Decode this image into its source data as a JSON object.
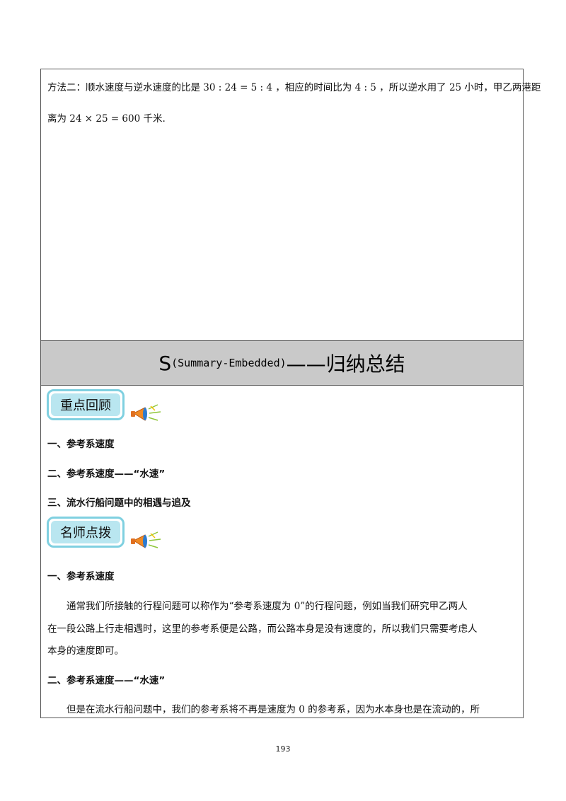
{
  "method2": {
    "line1": "方法二：顺水速度与逆水速度的比是 30 : 24 = 5 : 4 ，相应的时间比为 4 : 5 ，所以逆水用了 25 小时，甲乙两港距",
    "line2": "离为 24 × 25 = 600 千米."
  },
  "banner": {
    "prefix": "S",
    "paren": "(Summary-Embedded)",
    "title": "——归纳总结"
  },
  "section1": {
    "badge": "重点回顾",
    "items": [
      "一、参考系速度",
      "二、参考系速度——“水速”",
      "三、流水行船问题中的相遇与追及"
    ]
  },
  "section2": {
    "badge": "名师点拨",
    "heading1": "一、参考系速度",
    "para1": [
      "通常我们所接触的行程问题可以称作为“参考系速度为 0”的行程问题，例如当我们研究甲乙两人",
      "在一段公路上行走相遇时，这里的参考系便是公路，而公路本身是没有速度的，所以我们只需要考虑人",
      "本身的速度即可。"
    ],
    "heading2": "二、参考系速度——“水速”",
    "para2": [
      "但是在流水行船问题中，我们的参考系将不再是速度为 0 的参考系，因为水本身也是在流动的，所"
    ]
  },
  "footer": {
    "page_number": "193"
  },
  "colors": {
    "banner_bg": "#c9c9c9",
    "badge_border": "#7fd0e0",
    "badge_fill": "#b9e6f0"
  },
  "icons": {
    "megaphone": "megaphone-icon"
  }
}
